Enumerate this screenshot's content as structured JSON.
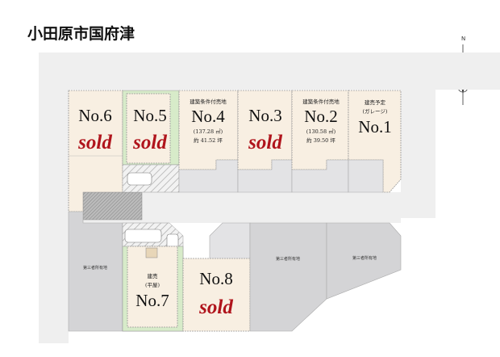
{
  "title": "小田原市国府津",
  "compass": {
    "label": "N",
    "icon": "north-arrow-compass-icon"
  },
  "colors": {
    "lot": "#f8efe2",
    "sold": "#b0141c",
    "third_party": "#d4d4d6",
    "green": "#d7ebc9",
    "road": "#efefef"
  },
  "lots": [
    {
      "id": "No.6",
      "sold": "sold"
    },
    {
      "id": "No.5",
      "sold": "sold"
    },
    {
      "id": "No.4",
      "note": "建築条件付売地",
      "area": "(137.28 ㎡)",
      "tsubo": "約 41.52 坪"
    },
    {
      "id": "No.3",
      "sold": "sold"
    },
    {
      "id": "No.2",
      "note": "建築条件付売地",
      "area": "(130.58 ㎡)",
      "tsubo": "約 39.50 坪"
    },
    {
      "id": "No.1",
      "note": "建売予定",
      "note2": "(ガレージ)"
    },
    {
      "id": "No.7",
      "note": "建売",
      "note2": "(平屋)"
    },
    {
      "id": "No.8",
      "sold": "sold"
    }
  ],
  "third_party_label": "第三者所有地"
}
